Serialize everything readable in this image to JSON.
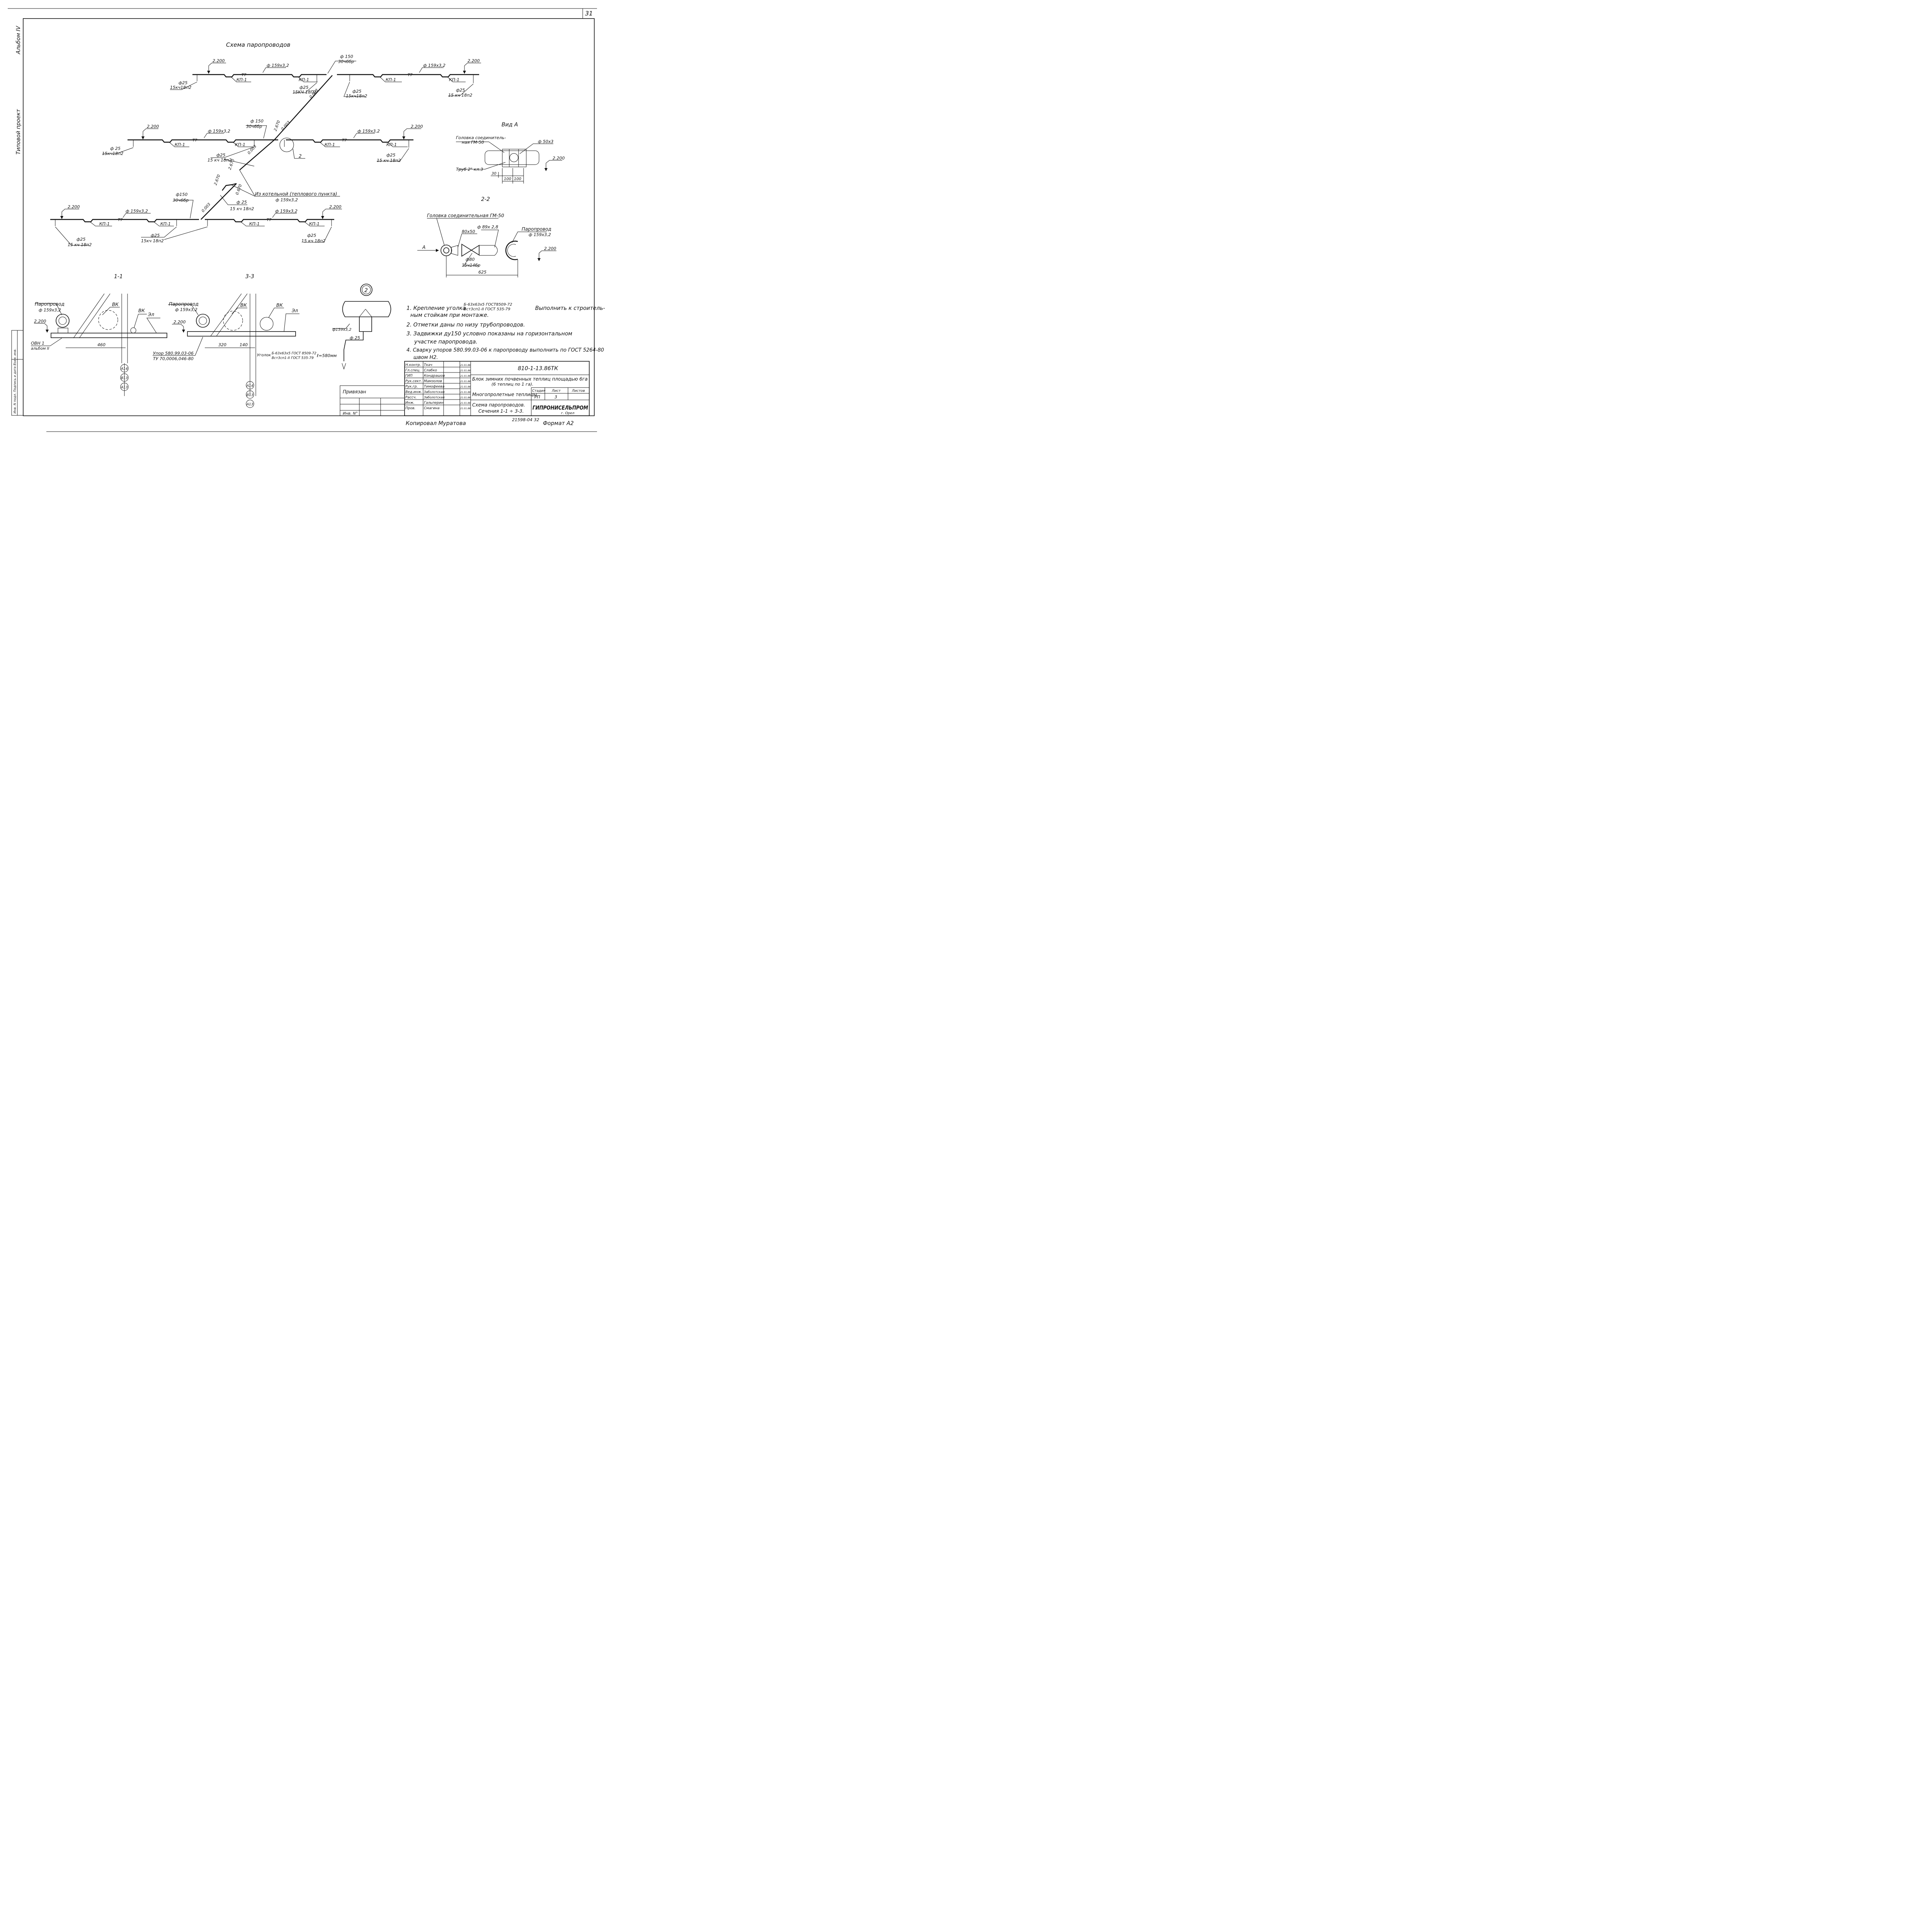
{
  "sheet": {
    "number": "31",
    "album": "Альбом IV",
    "type": "Типовой проект",
    "stamp_left": "Инв. N подл. Подпись и дата Взам. инв.",
    "copied": "Копировал Муратова",
    "format": "Формат А2",
    "order": "21598-04 32"
  },
  "scheme": {
    "title": "Схема паропроводов",
    "elev": "2.200",
    "elev_slope": "2.670",
    "pipe_main": "ф 159х3,2",
    "pipe_main2": "ф159х3,2",
    "valve_d": "ф 150",
    "valve_d2": "ф150",
    "valve_type": "30ч6бр",
    "drain_d": "ф25",
    "drain_d2": "ф 25",
    "drain_type": "15кч18п2",
    "drain_type2": "15кч 18п2",
    "drain_type3": "15КЧ 18П2",
    "drain_type4": "15 кч 18п2",
    "kp": "КП-1",
    "t7": "Т7",
    "slope": "0.003",
    "slope2": "0.003",
    "slope_b": "0.670",
    "from_boiler": "Из котельной (теплового пункта)",
    "from_boiler_pipe": "ф 159х3,2",
    "callout": "2"
  },
  "view_a": {
    "title": "Вид А",
    "head": "Головка соединитель-",
    "head2": "ная ГМ-50",
    "pipe": "ф 50х3",
    "pipe2": "Труб 2\" кл.3",
    "elev": "2.200",
    "d30": "30",
    "d100a": "100",
    "d100b": "100"
  },
  "sec22": {
    "title": "2-2",
    "head": "Головка соединительная ГМ-50",
    "red": "80х50",
    "pipe": "ф 89х 2,8",
    "steam": "Паропровод",
    "steam_d": "ф 159х3,2",
    "elev": "2.200",
    "valve": "ф80",
    "valve_type": "15ч14бр",
    "dim": "625",
    "arrow": "А"
  },
  "sec11": {
    "title": "1-1",
    "steam": "Паропровод",
    "steam_d": "ф 159х3,2",
    "elev": "2.200",
    "bk": "ВК",
    "bk2": "ВК",
    "el": "Эл",
    "ovn": "ОВН 1",
    "album": "альбом II",
    "dim": "460",
    "axis1": "А14",
    "axis2": "В13",
    "axis3": "А13"
  },
  "sec33": {
    "title": "3-3",
    "steam": "Паропровод",
    "steam_d": "ф 159х3,2",
    "elev": "2.200",
    "bk": "ВК",
    "bk2": "ВК",
    "el": "Эл",
    "dim1": "320",
    "dim2": "140",
    "stop": "Упор 580.99.03-06",
    "stop2": "ТУ 70,0006,046-80",
    "angle": "Уголок",
    "angle_spec": "Б-63х63х5 ГОСТ 8509-72",
    "angle_spec2": "Вст3сп1-II ГОСТ 535-79",
    "angle_len": "ℓ=580мм",
    "axis1": "А14",
    "axis2": "В13",
    "axis3": "А13"
  },
  "node2": {
    "num": "2",
    "pipe": "ф159х3,2",
    "drain": "ф 25"
  },
  "notes": {
    "n1a": "1. Крепление уголка",
    "n1spec": "Б-63х63х5 ГОСТ8509-72",
    "n1spec2": "Вст3сп1-II ГОСТ 535-79",
    "n1b": "Выполнить к строитель-",
    "n1c": "ным стойкам при монтаже.",
    "n2": "2. Отметки даны по низу трубопроводов.",
    "n3a": "3. Задвижки ду150 условно показаны на горизонтальном",
    "n3b": "участке паропровода.",
    "n4a": "4. Сварку упоров 580.99.03-06 к паропроводу выполнить по ГОСТ 5264-80",
    "n4b": "швом Н2."
  },
  "titleblock": {
    "code": "810-1-13.86ТК",
    "title1": "Блок зимних почвенных теплиц площадью 6га",
    "title2": "(6 теплиц по 1 га).",
    "stage_h": "Стадия",
    "sheet_h": "Лист",
    "sheets_h": "Листов",
    "stage": "РП",
    "sheet": "3",
    "subject": "Многопролетные теплицы.",
    "drawing1": "Схема паропроводов.",
    "drawing2": "Сечения 1-1 ÷ 3-3.",
    "org": "ГИПРОНИСЕЛЬПРОМ",
    "city": "г. Орел",
    "bound": "Привязан",
    "inv": "Инв. N°",
    "roles": [
      "Н.контр.",
      "Гл.спец.",
      "ГИП",
      "Рук.сект.",
      "Рук.гр.",
      "Вед.инж.",
      "Рассч.",
      "Инж.",
      "Пров."
    ],
    "names": [
      "Ткач",
      "Слабко",
      "Кондрашов",
      "Мамзолов",
      "Тимофеева",
      "Заболотская",
      "Заболотская",
      "Гальперин",
      "Смагина"
    ],
    "dates": [
      "21.01.86",
      "21.01.86",
      "21.01.86",
      "21.01.86",
      "21.01.86",
      "21.01.86",
      "21.01.86",
      "21.01.86",
      "21.01.86"
    ]
  }
}
